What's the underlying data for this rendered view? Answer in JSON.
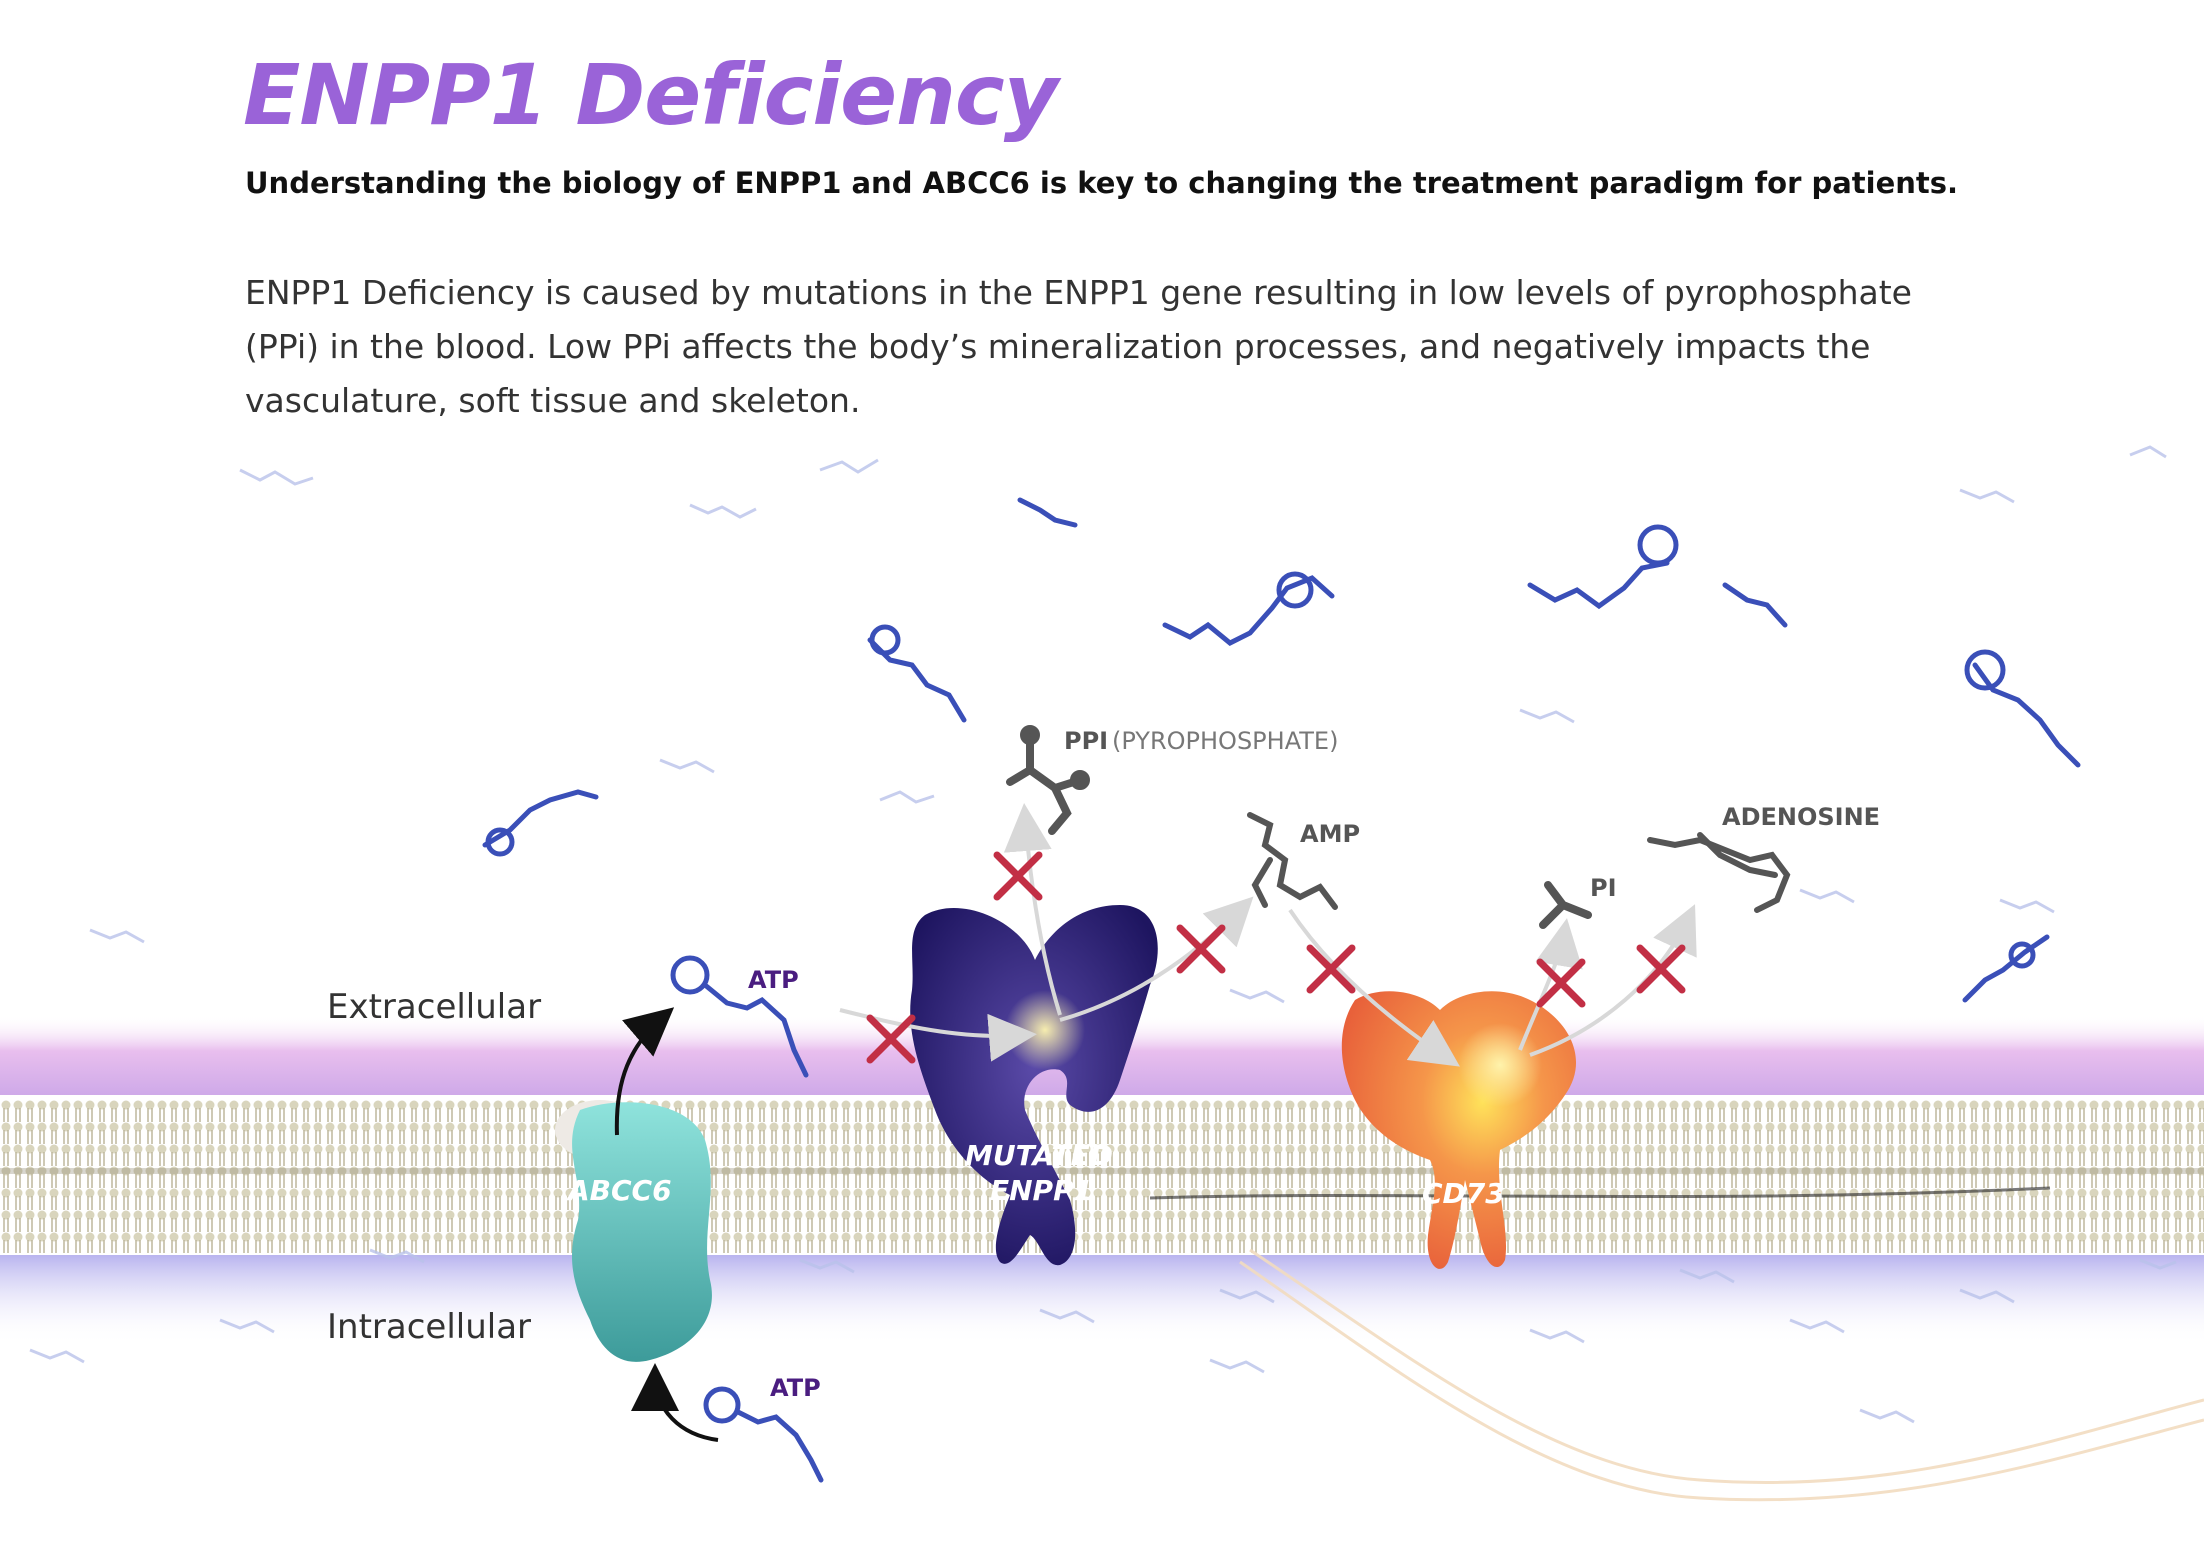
{
  "header": {
    "title": "ENPP1 Deficiency",
    "subtitle": "Understanding the biology of ENPP1 and ABCC6 is key to changing the treatment paradigm for patients."
  },
  "intro": {
    "paragraph": "ENPP1 Deficiency is caused by mutations in the ENPP1 gene resulting in low levels of pyrophosphate (PPi) in the blood. Low PPi affects the body’s mineralization processes, and negatively impacts the vasculature, soft tissue and skeleton."
  },
  "diagram": {
    "compartments": {
      "extracellular": "Extracellular",
      "intracellular": "Intracellular"
    },
    "proteins": {
      "abcc6": "ABCC6",
      "enpp1_line1": "MUTATED",
      "enpp1_line2": "ENPP1",
      "cd73": "CD73"
    },
    "molecules": {
      "atp_top": "ATP",
      "atp_bottom": "ATP",
      "ppi_bold": "PPI",
      "ppi_detail": "(PYROPHOSPHATE)",
      "amp": "AMP",
      "pi": "PI",
      "adenosine": "ADENOSINE"
    },
    "colors": {
      "title": "#9a63d8",
      "atp_label": "#4a1d80",
      "blocked_x": "#c22f45",
      "abcc6": "#4fc0b8",
      "enpp1": "#2a1d6e",
      "cd73": "#f07a3a",
      "membrane": "#c8c3aa"
    }
  }
}
